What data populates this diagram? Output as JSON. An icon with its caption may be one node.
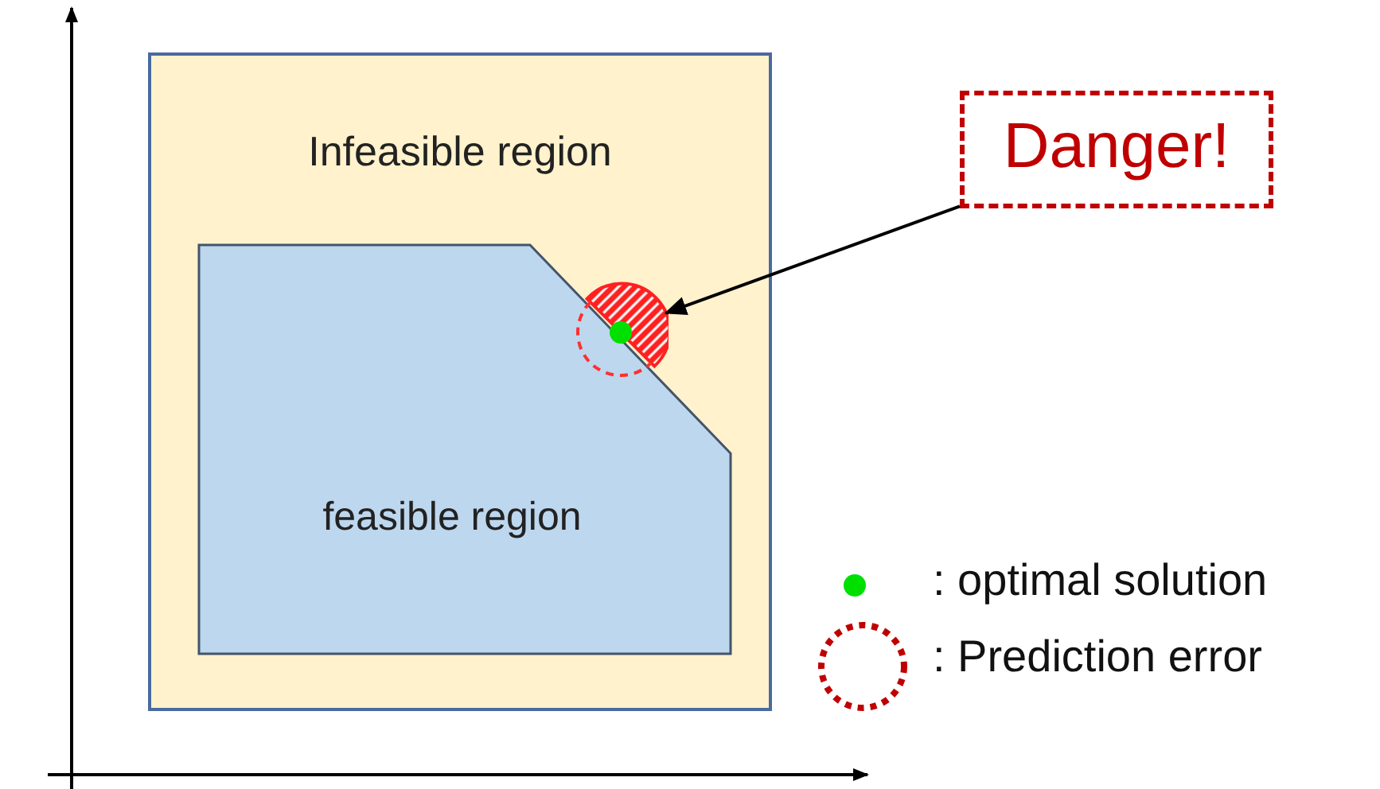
{
  "diagram": {
    "nodes": [
      {
        "text": [
          "Infeasible region"
        ]
      },
      {
        "text": [
          "feasible region"
        ],
        "in": 0
      },
      {
        "text": [
          "Danger!"
        ]
      },
      {
        "text": [],
        "shape": "circle",
        "in": 0
      }
    ],
    "edges": [
      {
        "from": 2,
        "to": 3,
        "arrow": "to"
      }
    ],
    "legend": [
      {
        "text": ": optimal solution"
      },
      {
        "text": ": Prediction error"
      }
    ]
  }
}
